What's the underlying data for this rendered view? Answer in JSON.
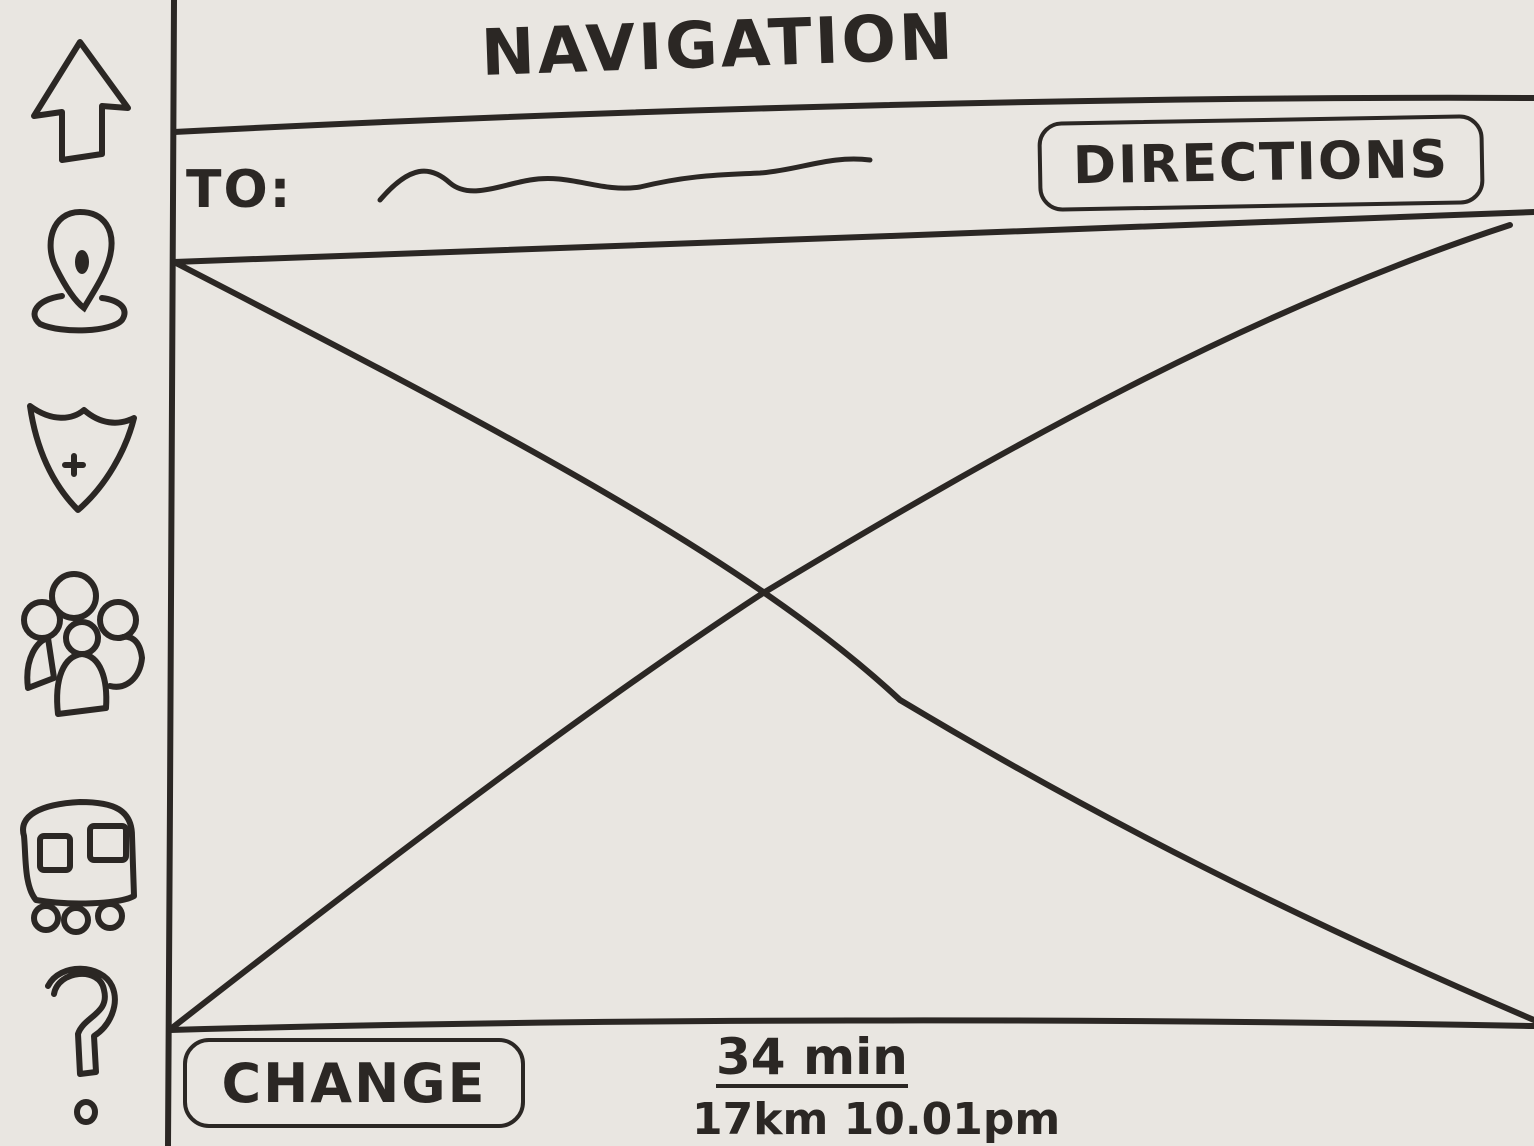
{
  "header": {
    "title": "NAVIGATION"
  },
  "route_bar": {
    "to_label": "TO:",
    "to_value": "",
    "directions_label": "DIRECTIONS"
  },
  "sidebar": {
    "items": [
      {
        "icon": "up-arrow-icon"
      },
      {
        "icon": "map-pin-icon"
      },
      {
        "icon": "shield-plus-icon"
      },
      {
        "icon": "people-group-icon"
      },
      {
        "icon": "bus-icon"
      },
      {
        "icon": "question-mark-icon"
      }
    ]
  },
  "map": {
    "placeholder": "image placeholder"
  },
  "footer": {
    "change_label": "CHANGE",
    "duration": "34 min",
    "distance_time": "17km 10.01pm"
  },
  "colors": {
    "ink": "#2b2724",
    "paper": "#e9e6e1"
  }
}
